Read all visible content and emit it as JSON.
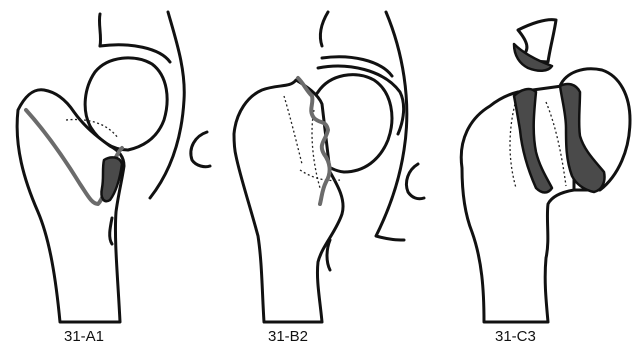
{
  "labels": {
    "a1": "31-A1",
    "b2": "31-B2",
    "c3": "31-C3"
  }
}
